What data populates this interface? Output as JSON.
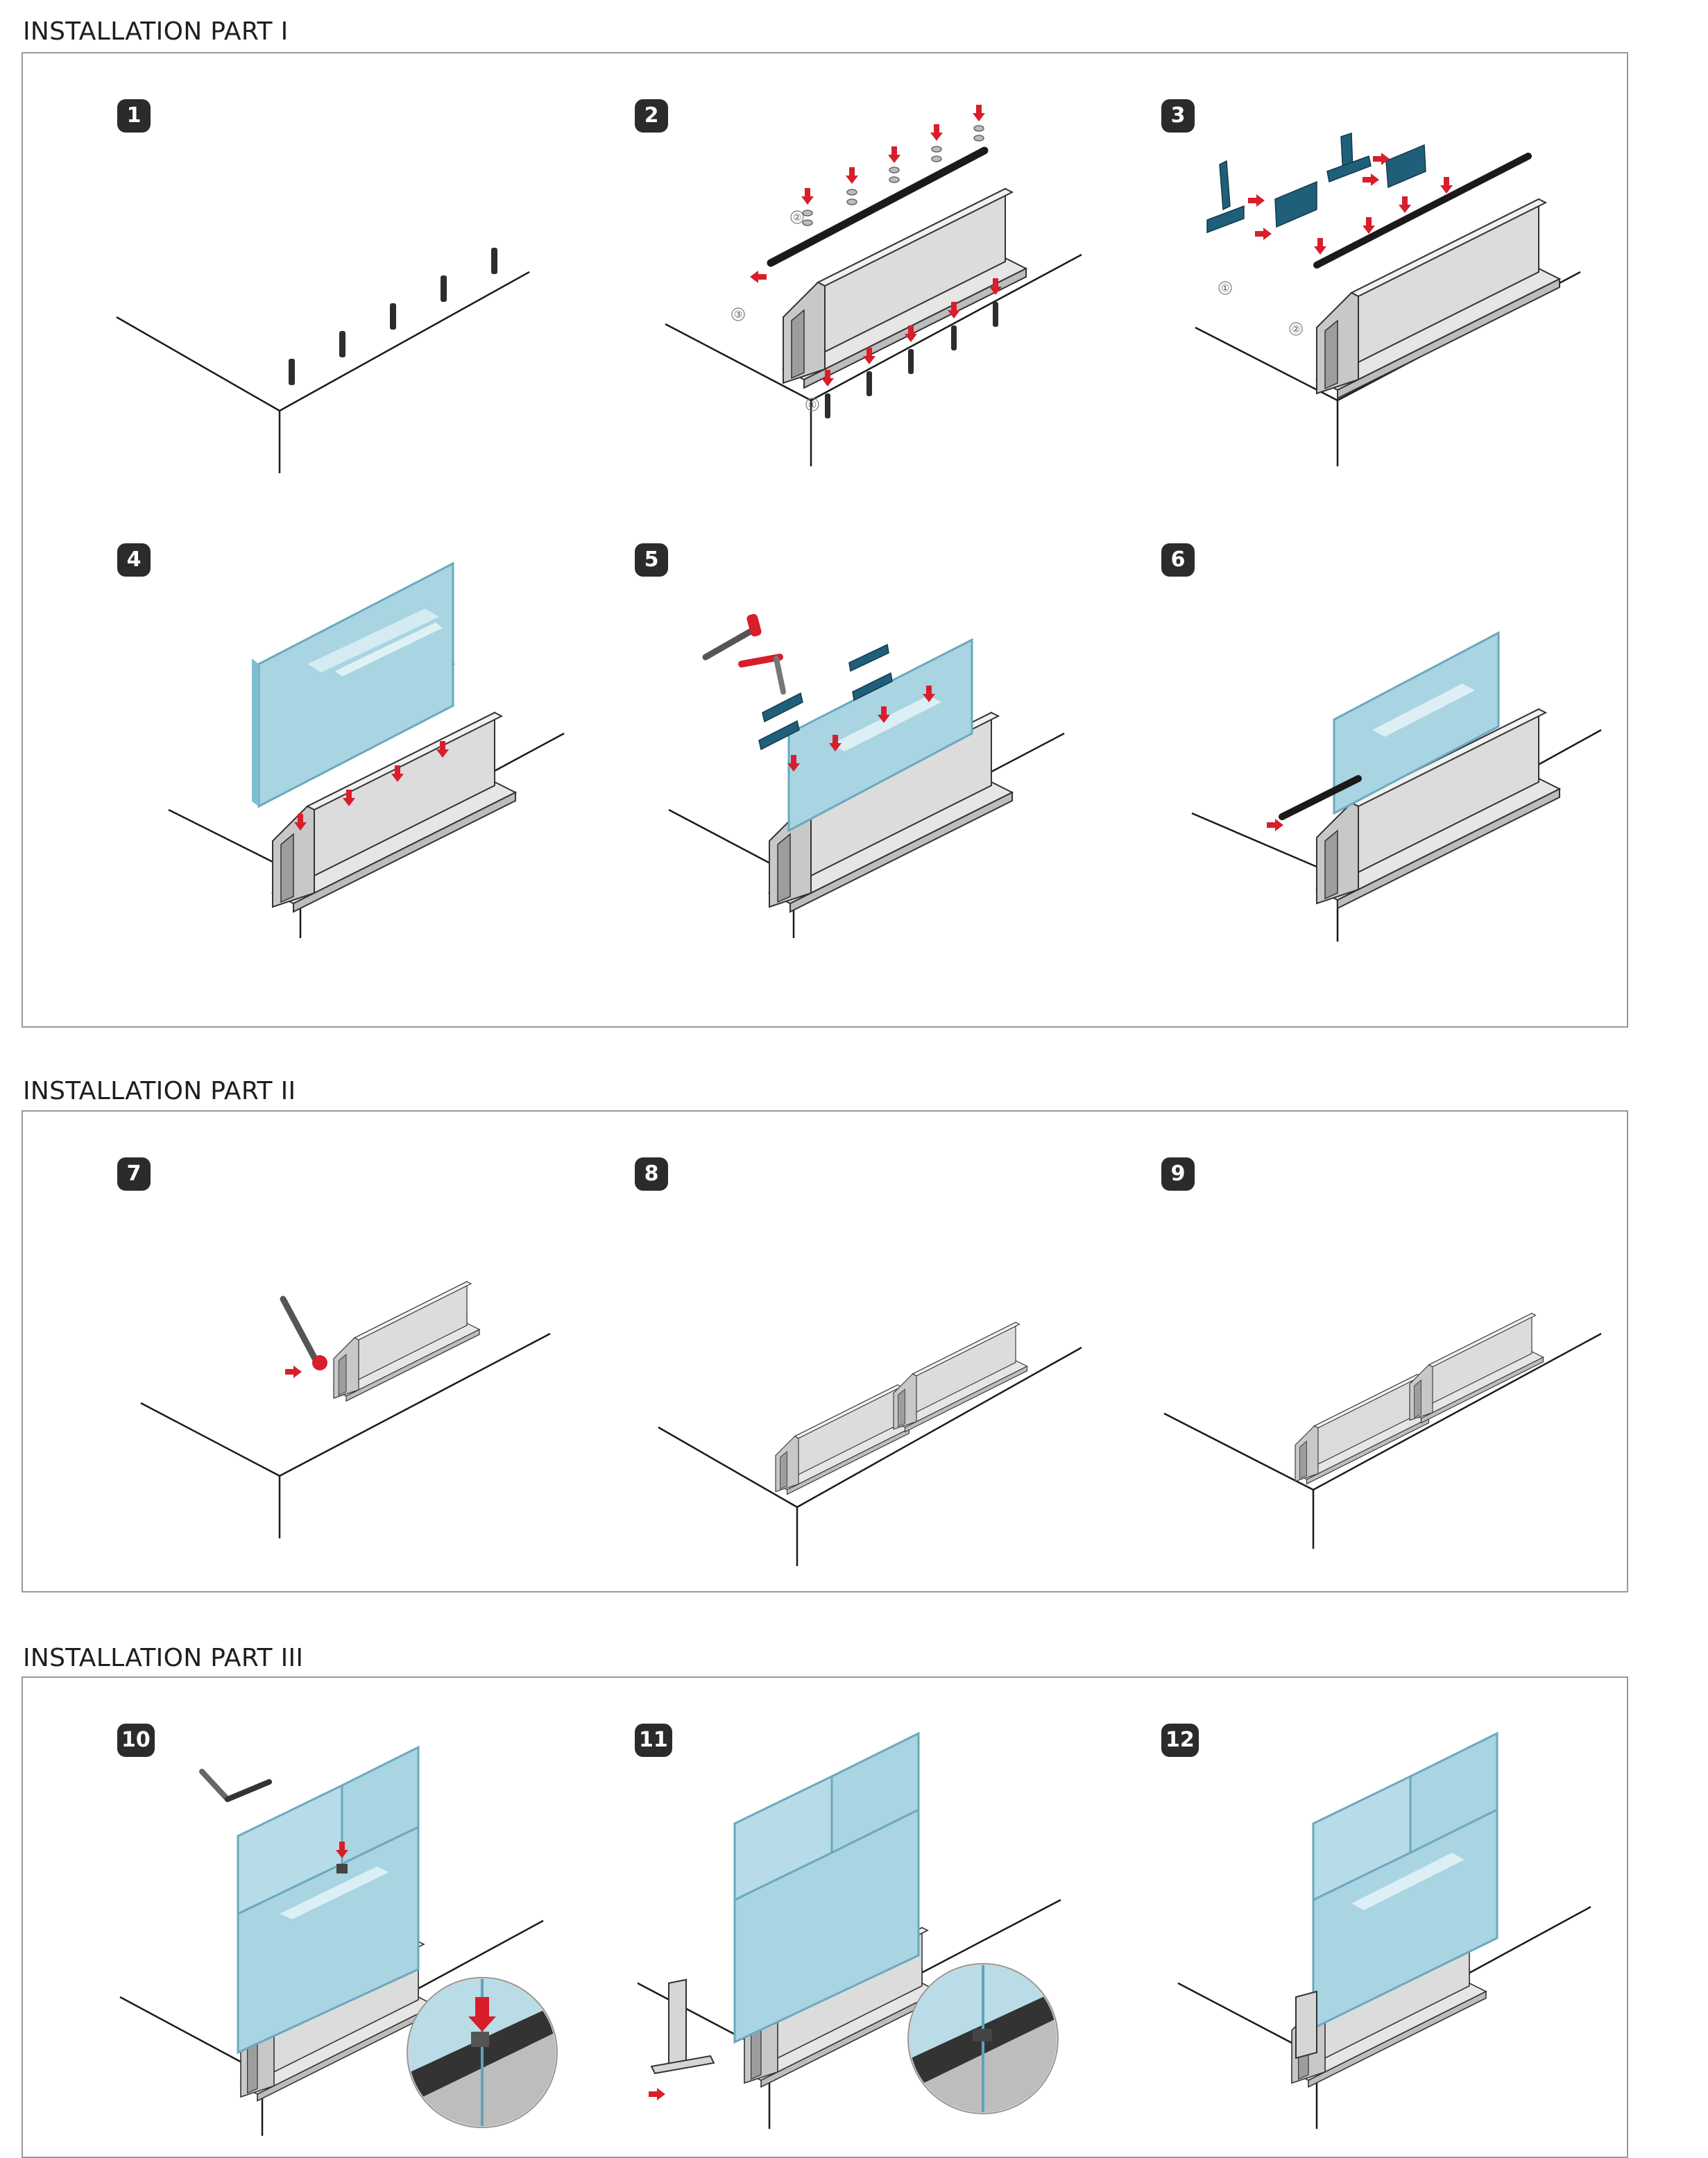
{
  "sections": [
    {
      "title": "INSTALLATION PART I",
      "steps": [
        "1",
        "2",
        "3",
        "4",
        "5",
        "6"
      ]
    },
    {
      "title": "INSTALLATION PART II",
      "steps": [
        "7",
        "8",
        "9"
      ]
    },
    {
      "title": "INSTALLATION PART III",
      "steps": [
        "10",
        "11",
        "12"
      ]
    }
  ],
  "callouts": {
    "step2": [
      "①",
      "②",
      "③"
    ],
    "step3": [
      "①",
      "②"
    ]
  },
  "colors": {
    "panel_border": "#9a9a9a",
    "badge": "#2b2b2b",
    "arrow": "#d81e2a",
    "profile": "#d9d9d9",
    "glass": "#a9d4e1",
    "clamp": "#1f5f7a",
    "outline": "#1a1a1a"
  },
  "icons": [
    "red-arrow-icon",
    "hammer-icon",
    "wrench-icon",
    "bolt-icon",
    "clamp-icon",
    "magnifier-detail-icon"
  ]
}
